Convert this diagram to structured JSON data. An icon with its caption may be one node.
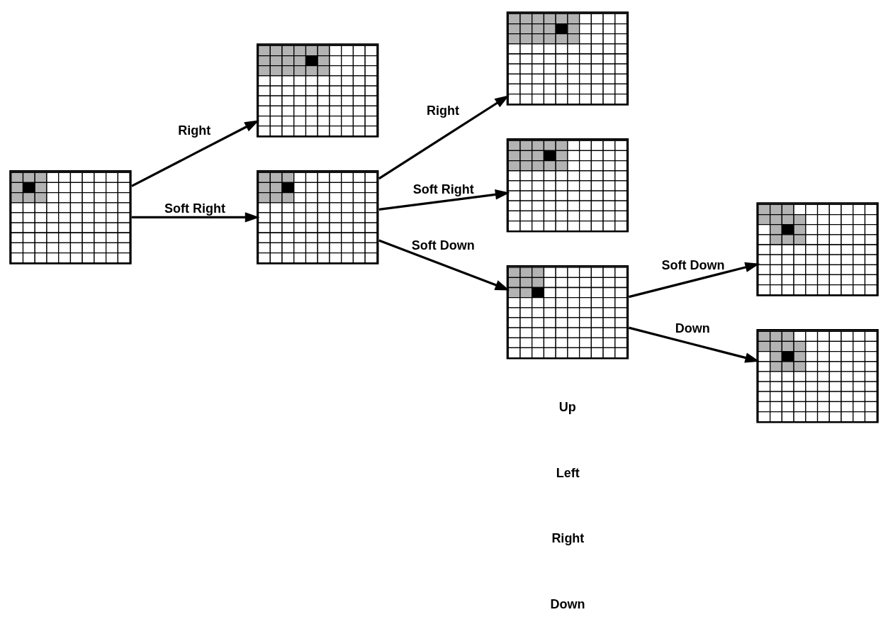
{
  "diagram": {
    "nodes": [
      {
        "text": [],
        "shape": "picture"
      },
      {
        "text": [],
        "shape": "picture"
      },
      {
        "text": [],
        "shape": "picture"
      },
      {
        "text": [],
        "shape": "picture"
      },
      {
        "text": [],
        "shape": "picture"
      },
      {
        "text": [],
        "shape": "picture"
      },
      {
        "text": [],
        "shape": "picture"
      },
      {
        "text": [],
        "shape": "picture"
      }
    ],
    "edges": [
      {
        "from": 0,
        "to": 1,
        "arrow": "to",
        "label": "Right"
      },
      {
        "from": 0,
        "to": 2,
        "arrow": "to",
        "label": "Soft Right"
      },
      {
        "from": 2,
        "to": 3,
        "arrow": "to",
        "label": "Right"
      },
      {
        "from": 2,
        "to": 4,
        "arrow": "to",
        "label": "Soft Right"
      },
      {
        "from": 2,
        "to": 5,
        "arrow": "to",
        "label": "Soft Down"
      },
      {
        "from": 5,
        "to": 6,
        "arrow": "to",
        "label": "Soft Down"
      },
      {
        "from": 5,
        "to": 7,
        "arrow": "to",
        "label": "Down"
      }
    ],
    "labels": [
      "Up",
      "Left",
      "Right",
      "Down"
    ]
  }
}
